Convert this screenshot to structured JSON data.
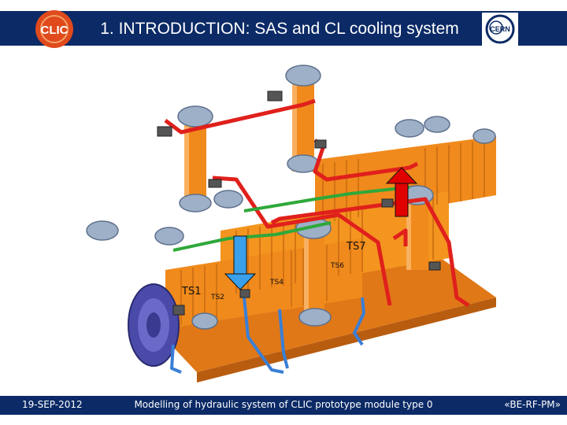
{
  "header": {
    "title": "1. INTRODUCTION: SAS and CL cooling system",
    "left_logo_text": "CLIC",
    "right_logo_text": "CERN"
  },
  "figure": {
    "sensor_labels": {
      "ts1": "TS1",
      "ts2": "TS2",
      "ts4": "TS4",
      "ts6": "TS6",
      "ts7": "TS7"
    },
    "colors": {
      "structure": "#f08a1c",
      "hot_pipe": "#e0201c",
      "cold_pipe": "#3a7fd5",
      "green_pipe": "#2fa83a",
      "flange": "#9db0c8",
      "inlet_arrow": "#3aa0ea",
      "outlet_arrow": "#e00000"
    }
  },
  "footer": {
    "date": "19-SEP-2012",
    "center": "Modelling of hydraulic system of CLIC prototype module type 0",
    "right": "«BE-RF-PM»"
  }
}
